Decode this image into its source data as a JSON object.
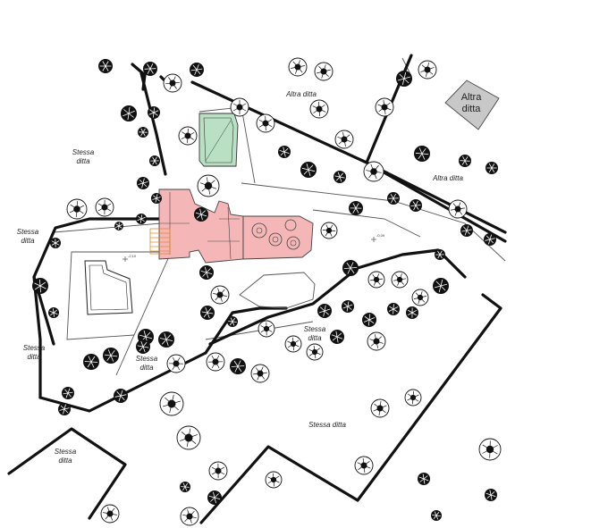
{
  "map": {
    "type": "architectural site plan",
    "labels": {
      "altra_ditta_box_line1": "Altra",
      "altra_ditta_box_line2": "ditta",
      "altra_ditta_top": "Altra ditta",
      "altra_ditta_right": "Altra ditta",
      "stessa_ditta_a_line1": "Stessa",
      "stessa_ditta_a_line2": "ditta",
      "stessa_ditta_b_line1": "Stessa",
      "stessa_ditta_b_line2": "ditta",
      "stessa_ditta_c_line1": "Stessa",
      "stessa_ditta_c_line2": "ditta",
      "stessa_ditta_d_line1": "Stessa",
      "stessa_ditta_d_line2": "ditta",
      "stessa_ditta_e_line1": "Stessa",
      "stessa_ditta_e_line2": "ditta",
      "stessa_ditta_f_line1": "Stessa",
      "stessa_ditta_f_line2": "ditta",
      "stessa_ditta_bottom": "Stessa ditta",
      "level_marker_left": "-2,10",
      "level_marker_right": "-0,09"
    },
    "colors": {
      "building_fill": "#f4b6b6",
      "pool_fill": "#b9e0c2",
      "other_lot_fill": "#c8c8c8",
      "boundary_line": "#111111",
      "staircase": "#e08a2a"
    }
  }
}
